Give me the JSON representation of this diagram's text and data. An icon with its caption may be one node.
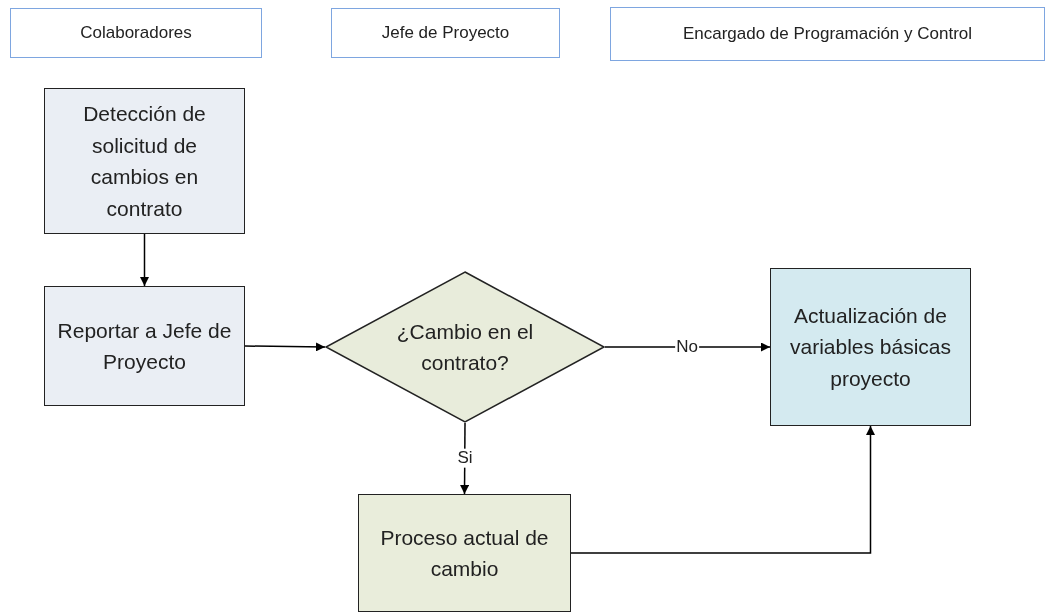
{
  "diagram": {
    "nodes": [
      {
        "text": [
          "Colaboradores"
        ]
      },
      {
        "text": [
          "Jefe de Proyecto"
        ]
      },
      {
        "text": [
          "Encargado de Programación y Control"
        ]
      },
      {
        "text": [
          "Detección de solicitud de cambios en contrato"
        ]
      },
      {
        "text": [
          "Reportar a Jefe de Proyecto"
        ]
      },
      {
        "text": [
          "¿Cambio en el contrato?"
        ]
      },
      {
        "text": [
          "Actualización de variables básicas proyecto"
        ]
      },
      {
        "text": [
          "Proceso actual de cambio"
        ]
      }
    ],
    "edges": [
      {
        "from": 3,
        "to": 4,
        "arrow": "to"
      },
      {
        "from": 4,
        "to": 5,
        "arrow": "to"
      },
      {
        "from": 5,
        "to": 6,
        "arrow": "to",
        "label": "No"
      },
      {
        "from": 5,
        "to": 7,
        "arrow": "to",
        "label": "Si"
      },
      {
        "from": 7,
        "to": 6,
        "arrow": "to"
      }
    ]
  }
}
